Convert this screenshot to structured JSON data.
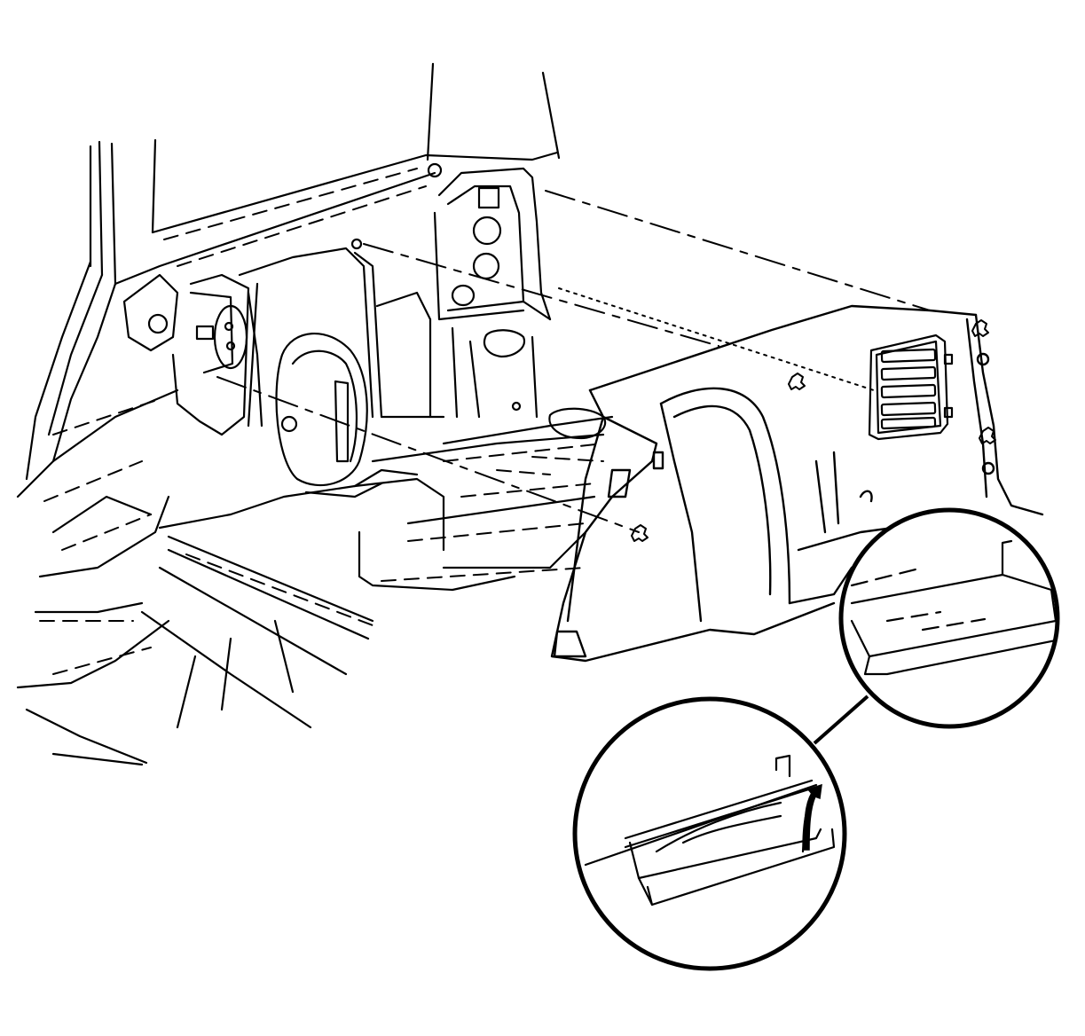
{
  "diagram": {
    "background": "#ffffff",
    "line_color": "#000000"
  },
  "components": [
    {
      "name": "interior-body-shell"
    },
    {
      "name": "rear-floor-panel"
    },
    {
      "name": "left-wheelhouse"
    },
    {
      "name": "spare-tire-well"
    },
    {
      "name": "rear-pillar-inner"
    },
    {
      "name": "right-quarter-trim-panel"
    },
    {
      "name": "air-vent-grille"
    },
    {
      "name": "retainer-clip"
    },
    {
      "name": "trim-panel-edge-detail"
    },
    {
      "name": "weatherstrip-seal-detail"
    }
  ]
}
